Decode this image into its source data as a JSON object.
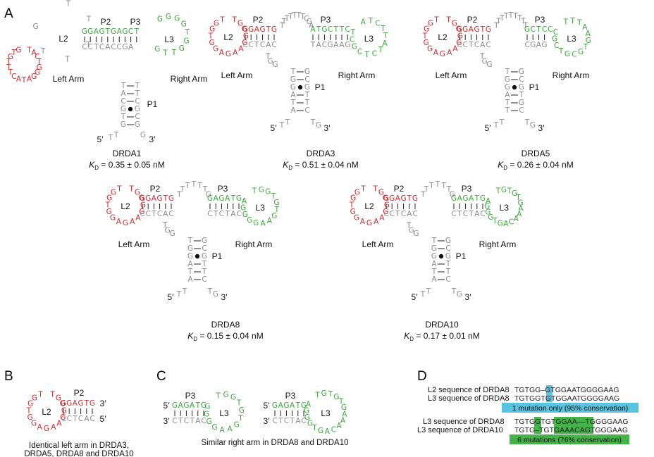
{
  "panels": {
    "a": "A",
    "b": "B",
    "c": "C",
    "d": "D"
  },
  "labels": {
    "l2": "L2",
    "l3": "L3",
    "p1": "P1",
    "p2": "P2",
    "p3": "P3",
    "left_arm": "Left Arm",
    "right_arm": "Right Arm",
    "five_prime": "5′",
    "three_prime": "3′"
  },
  "aptamers": [
    {
      "name": "DRDA1",
      "kd_prefix": "K",
      "kd_sub": "D",
      "kd_value": " = 0.35 ± 0.05 nM"
    },
    {
      "name": "DRDA3",
      "kd_prefix": "K",
      "kd_sub": "D",
      "kd_value": " = 0.51 ± 0.04 nM"
    },
    {
      "name": "DRDA5",
      "kd_prefix": "K",
      "kd_sub": "D",
      "kd_value": " = 0.26 ± 0.04 nM"
    },
    {
      "name": "DRDA8",
      "kd_prefix": "K",
      "kd_sub": "D",
      "kd_value": " = 0.15 ± 0.04 nM"
    },
    {
      "name": "DRDA10",
      "kd_prefix": "K",
      "kd_sub": "D",
      "kd_value": " = 0.17 ± 0.01 nM"
    }
  ],
  "sequences": {
    "drda1": {
      "left_loop": "TACTGGGATACTTTGTG",
      "p2_top": "GGAGTGAGCT",
      "p2_bot": "CCTCACCGA",
      "top_loop": "TTTTTG",
      "l3_loop": "GGGGTGGTTG",
      "stem_left": "TTTGCACT",
      "stem_right": "TTCGCG",
      "tail": "TTATG"
    },
    "drda3": {
      "left_loop": "TGGGGAAGAGGTGGT",
      "p2_top": "GGAGTG",
      "p2_bot": "CCTCAC",
      "top_loop": "TTTTTTTCGA",
      "p3_top": "ATGCTTC",
      "p3_bot": "TACGAAG",
      "l3_loop": "ATCTTATCTCGCT",
      "stem": "TGGATACTTGCG",
      "tail": "TTATG"
    },
    "drda5": {
      "left_loop": "TGGGGAAGAGGTGGT",
      "p2_top": "GGAGTG",
      "p2_bot": "CCTCAC",
      "top_loop": "TTTTTTTTT",
      "p3_top": "GCTCC",
      "p3_bot": "CGAG",
      "l3_loop": "TTTAAGTGCGTCGC",
      "stem": "TGGATTCGTGCG",
      "tail": "TTATG"
    },
    "drda8": {
      "left_loop": "TGGGGAAGAGGTGGT",
      "p2_top": "GGAGTG",
      "p2_bot": "CCTCAC",
      "top_loop": "TTTTTTG",
      "p3_top": "GAGATG",
      "p3_bot": "CTCTAC",
      "l3_loop": "TGGTGTGAAGGGGA",
      "stem": "TGGATACTTGCG",
      "tail": "TTATG"
    },
    "drda10": {
      "left_loop": "TGGGGAAGAGGTGGT",
      "p2_top": "GGAGTG",
      "p2_bot": "CCTCAC",
      "top_loop": "TTTTTTG",
      "p3_top": "GAGATG",
      "p3_bot": "CTCTAC",
      "l3_loop": "TGTGTGAAACAGTGGGA",
      "stem": "TGGATACTTGCG",
      "tail": "TTATG"
    }
  },
  "panel_b": {
    "left_loop": "TGGGGAAGAGGTGGT",
    "p2_top": "GGAGTG",
    "p2_bot": "CCTCAC",
    "caption_line1": "Identical left arm in DRDA3,",
    "caption_line2": "DRDA5, DRDA8 and DRDA10"
  },
  "panel_c": {
    "a_p3_top": "GAGATG",
    "a_p3_bot": "CTCTAC",
    "a_loop": "TGGTGTGAAGGGG",
    "b_p3_top": "GAGATG",
    "b_p3_bot": "CTCTAC",
    "b_loop": "TGTGTGAAACAGTGGGA",
    "caption": "Similar right arm in DRDA8 and DRDA10"
  },
  "panel_d": {
    "row1_label": "L2 sequence of DRDA8",
    "row1_seq": "TGTGG–GTGGAATGGGGAAG",
    "row2_label": "L3 sequence of DRDA8",
    "row2_seq": "TGTGGTGTGGAATGGGGAAG",
    "note1": "1 mutation only (95% conservation)",
    "row3_label": "L3 sequence of DRDA8",
    "row3_seq": "TGTGGTGTGGAA––TGGGGAAG",
    "row4_label": "L3 sequence of DRDA10",
    "row4_seq": "TGTG–TGTGAAACAGTGGGAAG",
    "note2": "6 mutations (76% conservation)"
  },
  "colors": {
    "left_arm": "#d9262a",
    "right_arm": "#3aa83a",
    "stem": "#8a8a8a",
    "blue_highlight": "#58c4de",
    "green_highlight": "#46b24a"
  }
}
